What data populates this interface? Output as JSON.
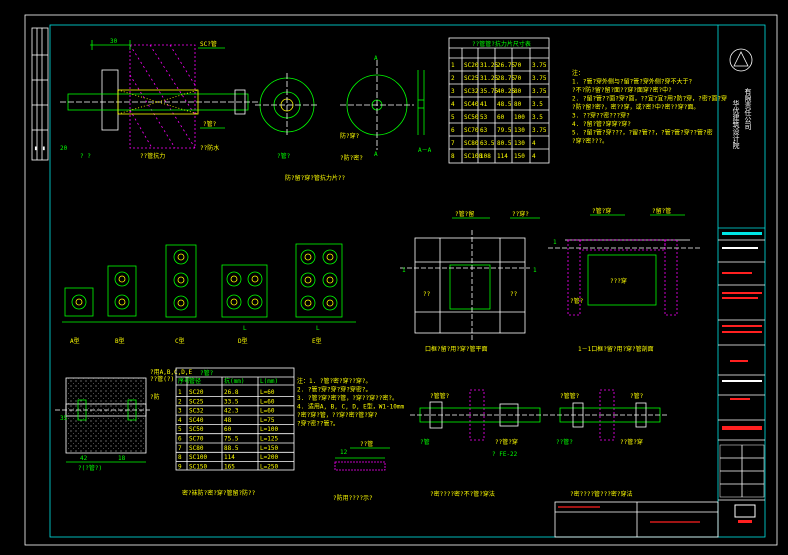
{
  "colors": {
    "background": "#000000",
    "frame": "#ffffff",
    "inner_frame": "#00e5e5",
    "geometry": "#00ff00",
    "text_primary": "#ffff00",
    "hatch": "#ff00ff",
    "title_red": "#ff2020"
  },
  "titlebar": {
    "company_left": "华优建筑设计院",
    "company_right": "有限责任公司"
  },
  "captions": {
    "anchor_plate": "防?留?穿?管抗力片??",
    "types": [
      "A型",
      "B型",
      "C型",
      "D型",
      "E型"
    ],
    "wall_plan": "口框?留?用?穿?管平面",
    "wall_section": "1－1口框?留?用?穿?管剖面",
    "sleeve_table_caption": "密?袜防?密?穿?管留?防??",
    "small_detail": "?防用????示?",
    "pipe_detail_1": "?密????密?不?管?穿法",
    "pipe_detail_2": "?密????管???密?穿法"
  },
  "labels": {
    "section_aa": "A－A",
    "dim_A": "A",
    "dim_L": "L",
    "dim_1": "1",
    "note_30": "30"
  },
  "table1": {
    "header": "??管管?抗力片尺寸表",
    "rows": [
      [
        "1",
        "SC20",
        "31.25",
        "26.75",
        "70",
        "3.75"
      ],
      [
        "2",
        "SC25",
        "31.25",
        "28.75",
        "70",
        "3.75"
      ],
      [
        "3",
        "SC32",
        "35.75",
        "40.25",
        "80",
        "3.75"
      ],
      [
        "4",
        "SC40",
        "41",
        "48.5",
        "80",
        "3.5"
      ],
      [
        "5",
        "SC50",
        "53",
        "60",
        "100",
        "3.5"
      ],
      [
        "6",
        "SC70",
        "63",
        "79.5",
        "130",
        "3.75"
      ],
      [
        "7",
        "SC80",
        "63.5",
        "80.5",
        "130",
        "4"
      ],
      [
        "8",
        "SC100",
        "108",
        "114",
        "150",
        "4"
      ]
    ]
  },
  "notes_right": [
    "注：",
    "1. ?管?穿外侧与?留?管?穿外侧?穿不大于?",
    "   ?不?防?留?留?面??穿?面穿?密?中?",
    "2. ?留?管??面?穿?面，??宜?宜?用?防?穿，?密?面?穿",
    "   ?防?留?密?，密??穿，或?密?中?密??穿?面。",
    "3. ??穿??密???穿?",
    "4. ?留?管?穿穿?穿?",
    "5. ?留?管?穿???，?留?管??，?管?管?穿??管?密",
    "   ?穿?密???。"
  ],
  "table2": {
    "header": "?管?",
    "col_headers": [
      "序号",
      "管径",
      "抗(mm)",
      "L(mm)"
    ],
    "rows": [
      [
        "1",
        "SC20",
        "26.8",
        "L=60"
      ],
      [
        "2",
        "SC25",
        "33.5",
        "L=60"
      ],
      [
        "3",
        "SC32",
        "42.3",
        "L=60"
      ],
      [
        "4",
        "SC40",
        "48",
        "L=75"
      ],
      [
        "5",
        "SC50",
        "60",
        "L=100"
      ],
      [
        "6",
        "SC70",
        "75.5",
        "L=125"
      ],
      [
        "7",
        "SC80",
        "88.5",
        "L=150"
      ],
      [
        "8",
        "SC100",
        "114",
        "L=200"
      ],
      [
        "9",
        "SC150",
        "165",
        "L=250"
      ]
    ]
  },
  "notes_mid": [
    "注：1. ?管?密?穿??穿?。",
    "2. ?管?穿?穿?穿?穿密?。",
    "3. ?管?穿?密?管，?穿??穿??密?。",
    "4. 适用A, B, C, D, E型，W1-10mm",
    "   ?密?穿?管，??穿?密?管?穿?",
    "   ?穿?密??管?。"
  ]
}
